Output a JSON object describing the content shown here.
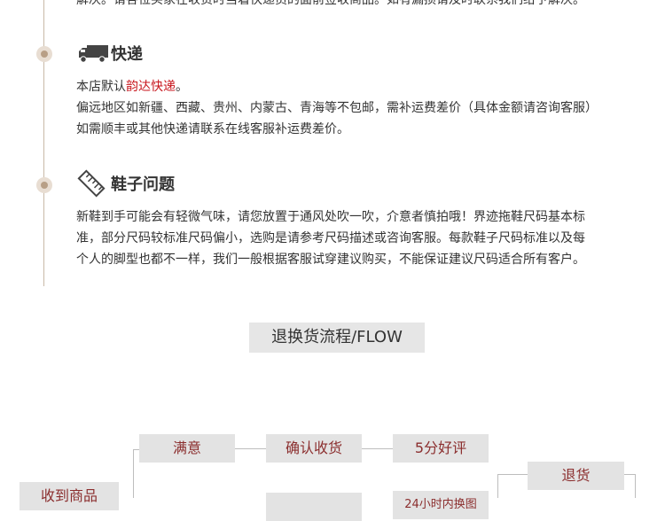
{
  "top_text_clipped": "解决。请各位买家在收货时当着快递员的面前签收商品。如有漏损请及时联系我们给予解决。",
  "sections": [
    {
      "icon": "truck-icon",
      "title": "快递",
      "line1_prefix": "本店默认",
      "line1_highlight": "韵达快递",
      "line1_suffix": "。",
      "line2": "偏远地区如新疆、西藏、贵州、内蒙古、青海等不包邮，需补运费差价（具体金额请咨询客服）",
      "line3": "如需顺丰或其他快递请联系在线客服补运费差价。"
    },
    {
      "icon": "ruler-icon",
      "title": "鞋子问题",
      "line1": "新鞋到手可能会有轻微气味，请您放置于通风处吹一吹，介意者慎拍哦！界迹拖鞋尺码基本标",
      "line2": "准，部分尺码较标准尺码偏小，选购是请参考尺码描述或咨询客服。每款鞋子尺码标准以及每",
      "line3": "个人的脚型也都不一样，我们一般根据客服试穿建议购买，不能保证建议尺码适合所有客户。"
    }
  ],
  "flow": {
    "title": "退换货流程/FLOW",
    "received": "收到商品",
    "satisfied": "满意",
    "confirm": "确认收货",
    "five_star": "5分好评",
    "return": "退货",
    "apply_24h": "24小时内换图"
  },
  "colors": {
    "highlight": "#c8161d",
    "flow_text": "#8b2e2e",
    "box_bg": "#e3e3e3"
  }
}
